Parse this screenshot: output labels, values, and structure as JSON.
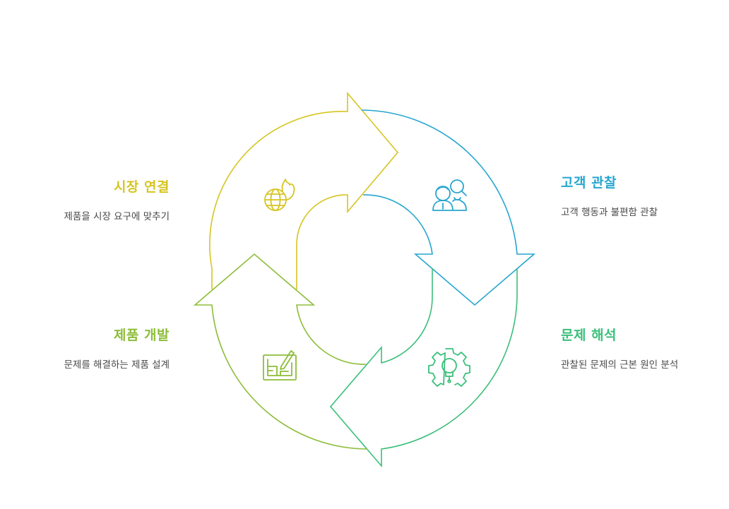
{
  "colors": {
    "market": "#d6c520",
    "customer": "#27a6cf",
    "problem": "#3bbf7a",
    "product": "#8dbd3a"
  },
  "steps": {
    "market": {
      "title": "시장 연결",
      "desc": "제품을 시장 요구에 맞추기",
      "icon": "globe-fire-icon"
    },
    "customer": {
      "title": "고객 관찰",
      "desc": "고객 행동과 불편함 관찰",
      "icon": "people-search-icon"
    },
    "problem": {
      "title": "문제 해석",
      "desc": "관찰된 문제의 근본 원인 분석",
      "icon": "gear-bulb-icon"
    },
    "product": {
      "title": "제품 개발",
      "desc": "문제를 해결하는 제품 설계",
      "icon": "blueprint-pencil-icon"
    }
  }
}
